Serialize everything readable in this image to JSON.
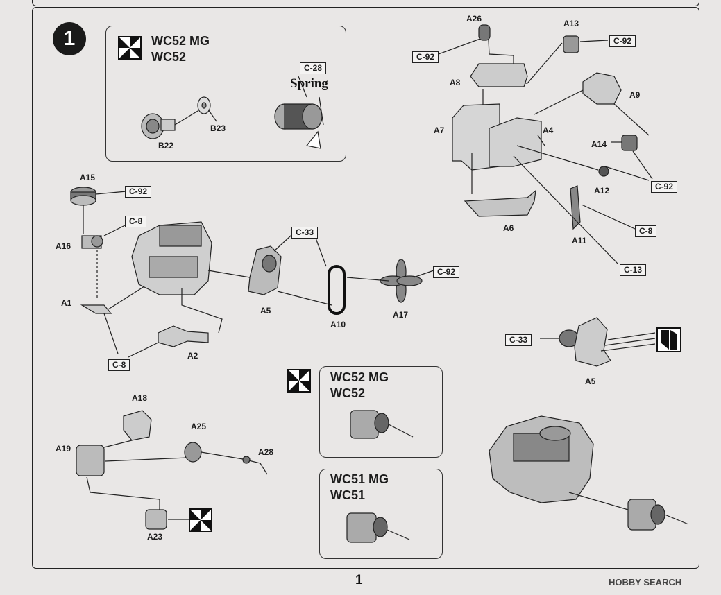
{
  "step_number": "1",
  "panels": {
    "top_left": {
      "line1": "WC52 MG",
      "line2": "WC52"
    },
    "center_a": {
      "line1": "WC52 MG",
      "line2": "WC52"
    },
    "center_b": {
      "line1": "WC51 MG",
      "line2": "WC51"
    }
  },
  "spring_label": "Spring",
  "labels": {
    "c28": "C-28",
    "b22": "B22",
    "b23": "B23",
    "a15": "A15",
    "c92_a15": "C-92",
    "c8_a16": "C-8",
    "a16": "A16",
    "a1": "A1",
    "c8_bottom": "C-8",
    "a2": "A2",
    "c33_top": "C-33",
    "a5_mid": "A5",
    "a10": "A10",
    "a17": "A17",
    "c92_a17": "C-92",
    "a26": "A26",
    "c92_a26": "C-92",
    "a13": "A13",
    "c92_a13": "C-92",
    "a8": "A8",
    "a7": "A7",
    "a4": "A4",
    "a9": "A9",
    "a14": "A14",
    "c92_right": "C-92",
    "a12": "A12",
    "a6": "A6",
    "a11": "A11",
    "c8_right": "C-8",
    "c13": "C-13",
    "c33_right": "C-33",
    "a5_right": "A5",
    "a18": "A18",
    "a19": "A19",
    "a25": "A25",
    "a28": "A28",
    "a23": "A23"
  },
  "page_number": "1",
  "watermark": {
    "brand": "HOBBY",
    "suffix": "SEARCH"
  }
}
